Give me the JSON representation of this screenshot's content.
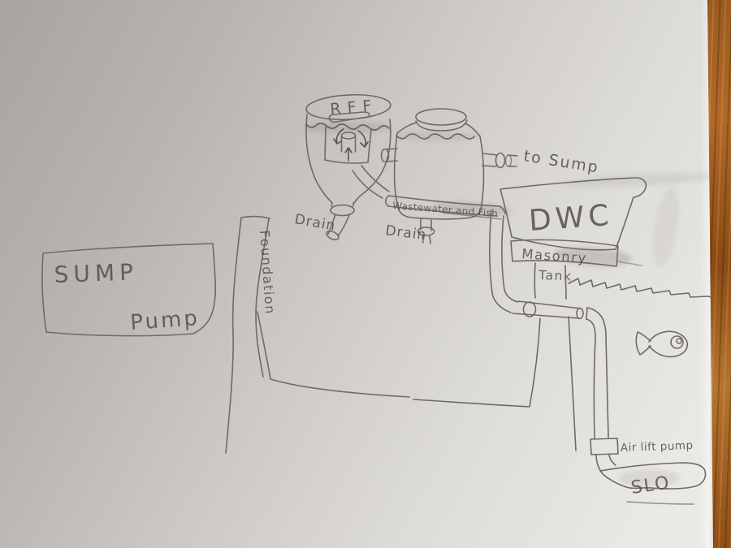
{
  "title": "Hand-drawn aquaponics system sketch on paper",
  "labels": {
    "sump_top": "SUMP",
    "sump_bottom": "Pump",
    "foundation": "Foundation",
    "rff": "RFF",
    "rff_drain": "Drain",
    "tank_drain": "Drain",
    "wastewater_pipe": "Wastewater and Fish",
    "to_sump": "to Sump",
    "dwc": "DWC",
    "masonry": "Masonry",
    "masonry_tank": "Tank",
    "airlift": "Air lift pump",
    "slo": "SLO"
  },
  "colors": {
    "pencil": "#6e6a67",
    "pencil_dark": "#57534f",
    "paper_dark": "#a7a4a1",
    "paper_light": "#ebe9e6",
    "wood": "#a8641f"
  }
}
